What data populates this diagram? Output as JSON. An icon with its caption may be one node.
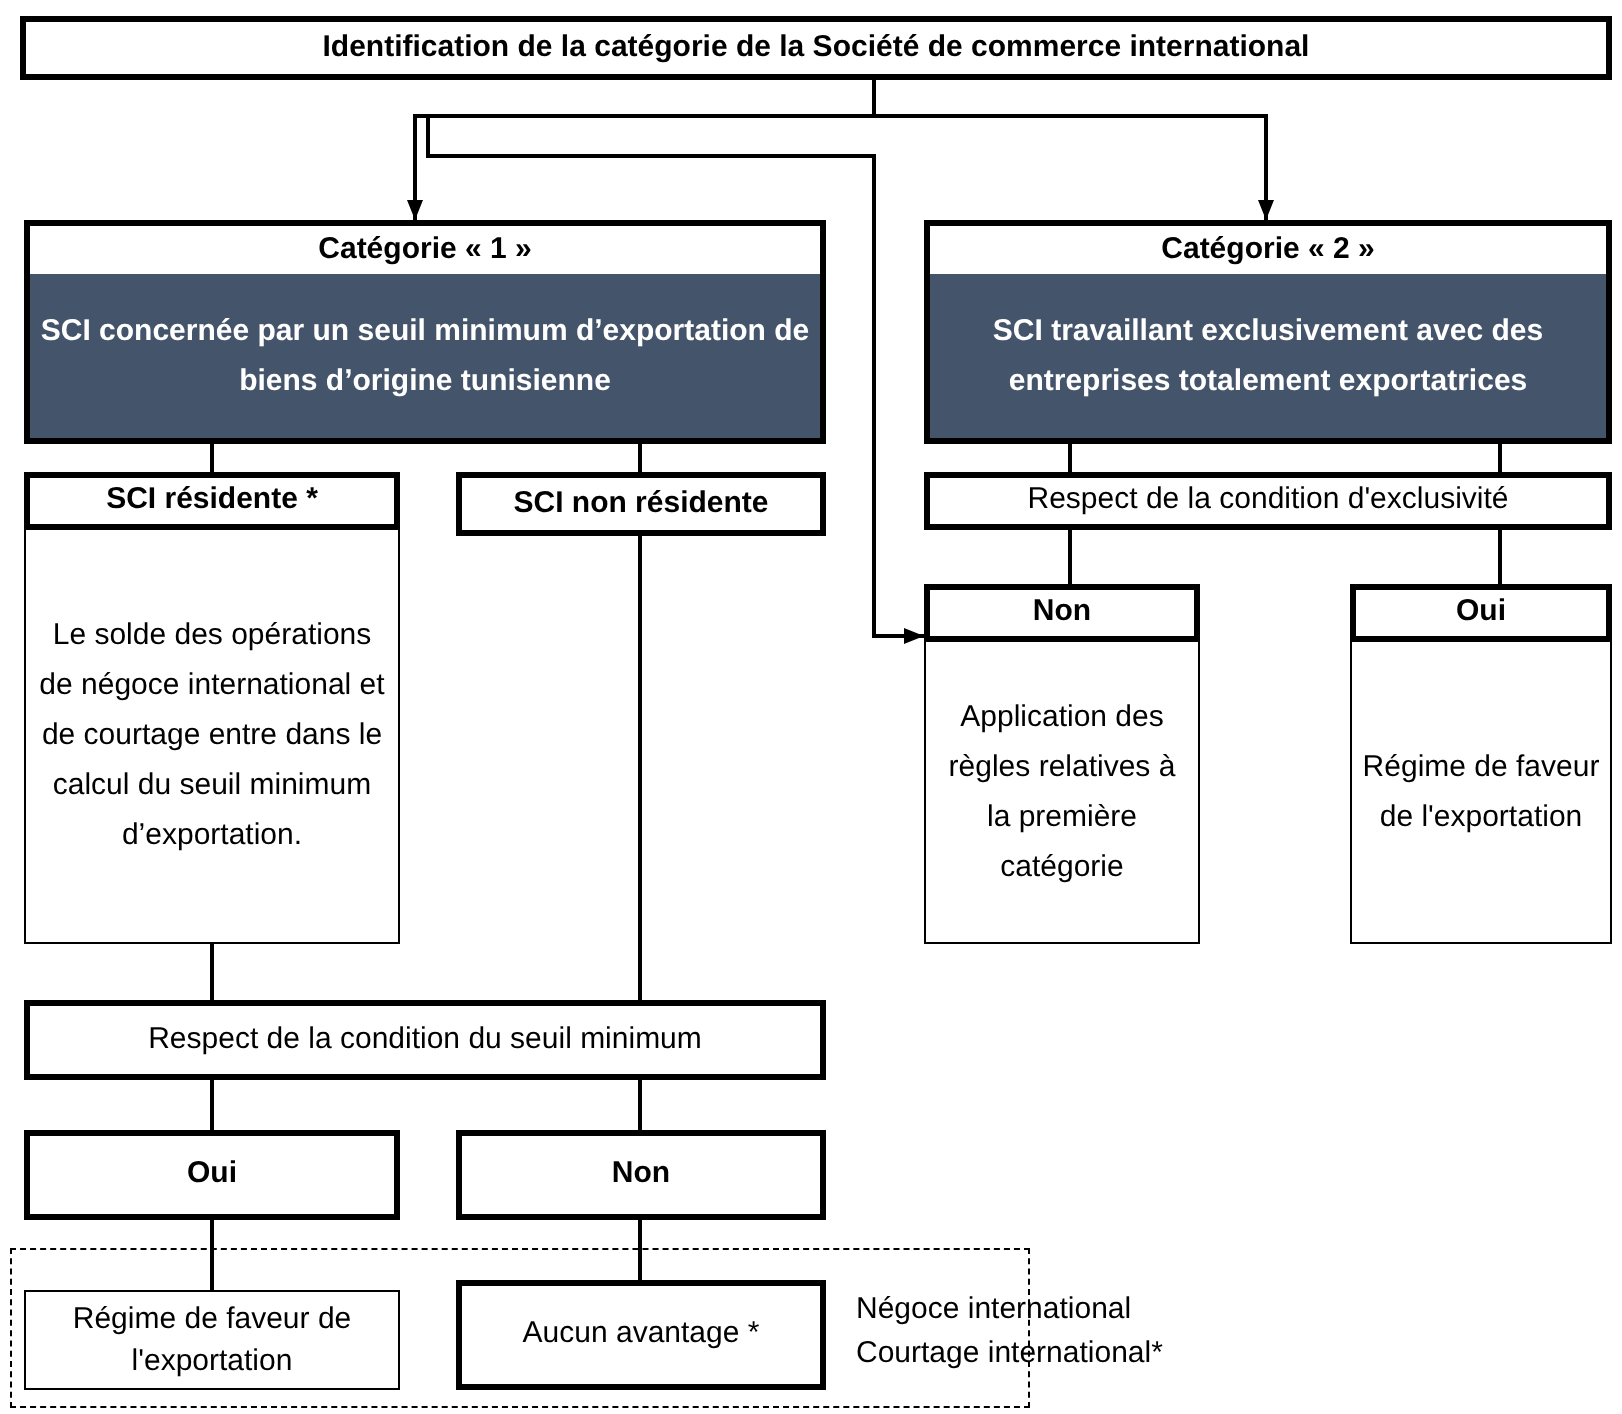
{
  "diagram": {
    "nodes": [
      {
        "text": [
          "Identification de la catégorie de la Société de commerce international"
        ]
      },
      {
        "text": [
          "Catégorie « 1 »",
          "SCI concernée par un seuil minimum d’exportation de biens d’origine tunisienne"
        ]
      },
      {
        "text": [
          "Catégorie « 2 »",
          "SCI travaillant exclusivement avec des entreprises totalement exportatrices"
        ]
      },
      {
        "text": [
          "SCI résidente *",
          "Le solde des opérations de négoce international et de courtage entre dans le calcul du seuil minimum d’exportation."
        ]
      },
      {
        "text": [
          "SCI non résidente"
        ]
      },
      {
        "text": [
          "Respect de la condition d'exclusivité"
        ]
      },
      {
        "text": [
          "Non",
          "Application des règles relatives à la première catégorie"
        ]
      },
      {
        "text": [
          "Oui",
          "Régime de faveur de l'exportation"
        ]
      },
      {
        "text": [
          "Respect de la condition du seuil minimum"
        ]
      },
      {
        "text": [
          "Oui"
        ]
      },
      {
        "text": [
          "Non"
        ]
      },
      {
        "text": [],
        "shape": "box"
      },
      {
        "text": [
          "Régime de faveur de l'exportation"
        ],
        "in": 11
      },
      {
        "text": [
          "Aucun avantage *"
        ],
        "in": 11,
        "beside": [
          "Négoce international Courtage international*"
        ]
      }
    ],
    "edges": [
      {
        "from": 0,
        "to": 1,
        "arrow": "to"
      },
      {
        "from": 0,
        "to": 2,
        "arrow": "to"
      },
      {
        "from": 0,
        "to": 6,
        "arrow": "to"
      },
      {
        "from": 1,
        "to": 3,
        "arrow": "none"
      },
      {
        "from": 1,
        "to": 4,
        "arrow": "none"
      },
      {
        "from": 2,
        "to": 5,
        "arrow": "none"
      },
      {
        "from": 2,
        "to": 5,
        "arrow": "none"
      },
      {
        "from": 5,
        "to": 6,
        "arrow": "none"
      },
      {
        "from": 5,
        "to": 7,
        "arrow": "none"
      },
      {
        "from": 3,
        "to": 8,
        "arrow": "none"
      },
      {
        "from": 4,
        "to": 8,
        "arrow": "none"
      },
      {
        "from": 8,
        "to": 9,
        "arrow": "none"
      },
      {
        "from": 8,
        "to": 10,
        "arrow": "none"
      },
      {
        "from": 9,
        "to": 12,
        "arrow": "none"
      },
      {
        "from": 10,
        "to": 13,
        "arrow": "none"
      }
    ]
  }
}
